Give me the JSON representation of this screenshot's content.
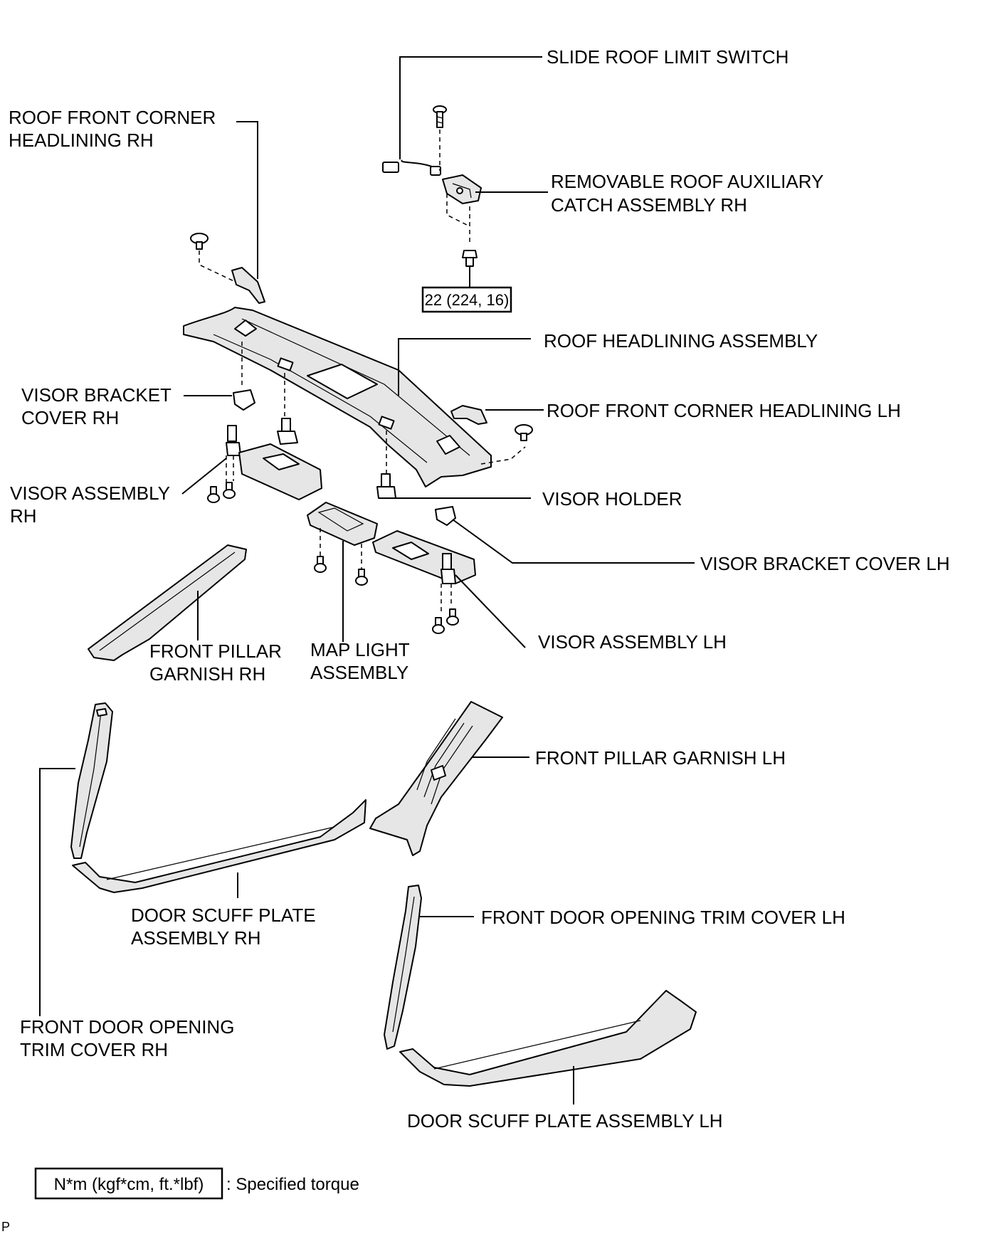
{
  "labels": {
    "slide_roof_limit_switch": "SLIDE ROOF LIMIT SWITCH",
    "roof_front_corner_headlining_rh_1": "ROOF FRONT CORNER",
    "roof_front_corner_headlining_rh_2": "HEADLINING RH",
    "removable_roof_aux_catch_rh_1": "REMOVABLE ROOF AUXILIARY",
    "removable_roof_aux_catch_rh_2": "CATCH ASSEMBLY RH",
    "roof_headlining_assembly": "ROOF HEADLINING ASSEMBLY",
    "visor_bracket_cover_rh_1": "VISOR BRACKET",
    "visor_bracket_cover_rh_2": "COVER RH",
    "roof_front_corner_headlining_lh": "ROOF FRONT CORNER HEADLINING LH",
    "visor_assembly_rh_1": "VISOR ASSEMBLY",
    "visor_assembly_rh_2": "RH",
    "visor_holder": "VISOR HOLDER",
    "visor_bracket_cover_lh": "VISOR BRACKET COVER LH",
    "front_pillar_garnish_rh_1": "FRONT PILLAR",
    "front_pillar_garnish_rh_2": "GARNISH RH",
    "map_light_assembly_1": "MAP LIGHT",
    "map_light_assembly_2": "ASSEMBLY",
    "visor_assembly_lh": "VISOR ASSEMBLY LH",
    "front_pillar_garnish_lh": "FRONT PILLAR GARNISH LH",
    "door_scuff_plate_rh_1": "DOOR SCUFF PLATE",
    "door_scuff_plate_rh_2": "ASSEMBLY RH",
    "front_door_opening_trim_cover_lh": "FRONT DOOR OPENING TRIM COVER LH",
    "front_door_opening_trim_cover_rh_1": "FRONT DOOR OPENING",
    "front_door_opening_trim_cover_rh_2": "TRIM COVER RH",
    "door_scuff_plate_lh": "DOOR SCUFF PLATE ASSEMBLY LH"
  },
  "torque_value": "22 (224, 16)",
  "legend": {
    "unit_box": "N*m (kgf*cm, ft.*lbf)",
    "description": ": Specified torque"
  },
  "corner_mark": "P"
}
